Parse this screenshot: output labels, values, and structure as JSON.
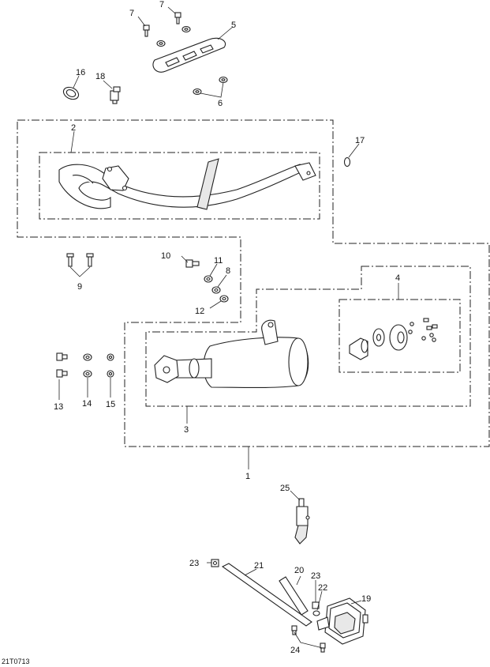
{
  "diagram": {
    "reference_code": "21T0713",
    "callouts": {
      "c1": "1",
      "c2": "2",
      "c3": "3",
      "c4": "4",
      "c5": "5",
      "c6": "6",
      "c7a": "7",
      "c7b": "7",
      "c8": "8",
      "c9": "9",
      "c10": "10",
      "c11": "11",
      "c12": "12",
      "c13": "13",
      "c14": "14",
      "c15": "15",
      "c16": "16",
      "c17": "17",
      "c18": "18",
      "c19": "19",
      "c20": "20",
      "c21": "21",
      "c22": "22",
      "c23a": "23",
      "c23b": "23",
      "c24": "24",
      "c25": "25"
    }
  }
}
